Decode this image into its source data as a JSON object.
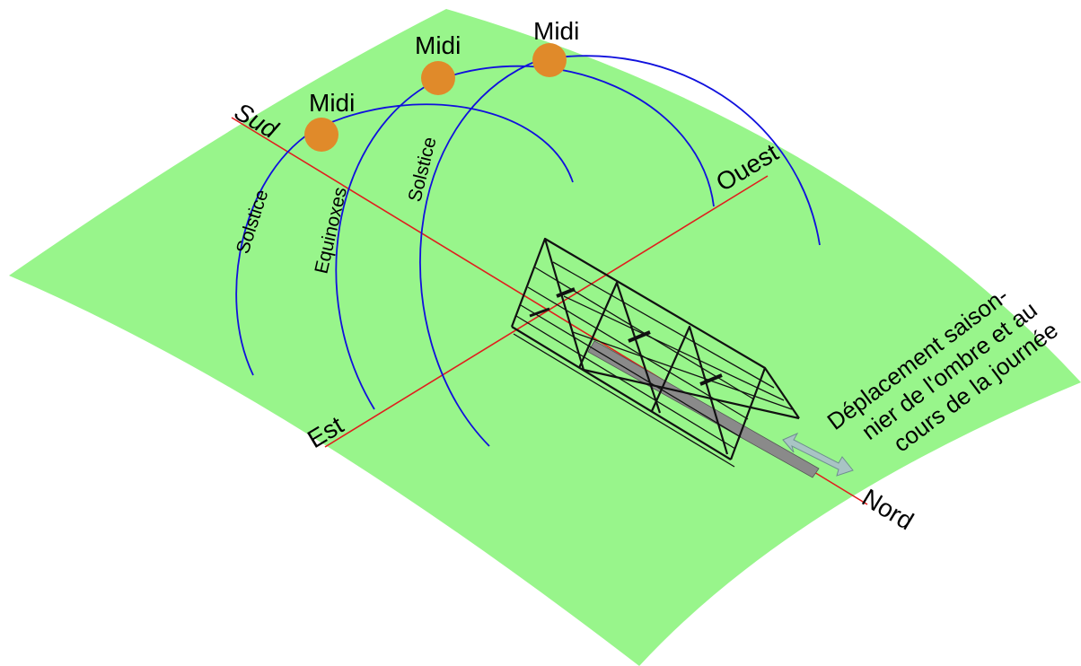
{
  "colors": {
    "ground": "#98f58b",
    "axis": "#e11d1d",
    "sun_path": "#1010dd",
    "sun": "#e08a2a",
    "frame": "#111111",
    "shadow": "#8a8a8a",
    "arrow": "#a8c4c4"
  },
  "labels": {
    "sud": "Sud",
    "ouest": "Ouest",
    "est": "Est",
    "nord": "Nord",
    "midi_left": "Midi",
    "midi_center": "Midi",
    "midi_right": "Midi",
    "solstice_left": "Solstice",
    "equinoxes": "Equinoxes",
    "solstice_right": "Solstice"
  },
  "note": {
    "line1": "Déplacement saison-",
    "line2": "nier de l'ombre et au",
    "line3": "cours de la journée"
  },
  "icons": {
    "sun": "sun-disc-icon",
    "greenhouse": "greenhouse-frame-icon",
    "arrow": "double-arrow-icon"
  }
}
